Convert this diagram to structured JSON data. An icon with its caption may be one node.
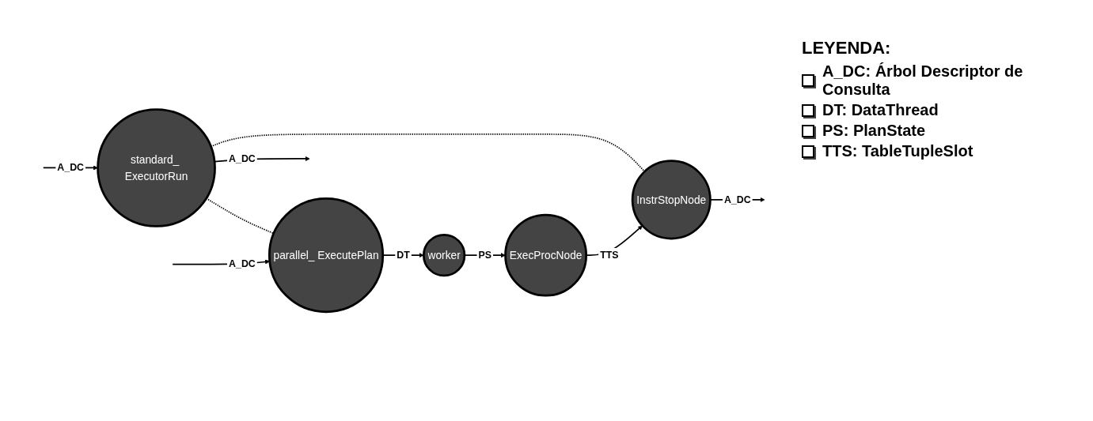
{
  "diagram": {
    "nodes": [
      {
        "text": [
          "standard_ ExecutorRun"
        ]
      },
      {
        "text": [
          "parallel_ ExecutePlan"
        ]
      },
      {
        "text": [
          "worker"
        ]
      },
      {
        "text": [
          "ExecProcNode"
        ]
      },
      {
        "text": [
          "InstrStopNode"
        ]
      }
    ],
    "edges": [
      {
        "from": null,
        "to": 0,
        "arrow": "to",
        "label": "A_DC"
      },
      {
        "from": 0,
        "to": null,
        "arrow": "to",
        "label": "A_DC"
      },
      {
        "from": 0,
        "to": 1,
        "arrow": "none",
        "style": "dashed"
      },
      {
        "from": 0,
        "to": 4,
        "arrow": "none",
        "style": "dashed"
      },
      {
        "from": null,
        "to": 1,
        "arrow": "to",
        "label": "A_DC"
      },
      {
        "from": 1,
        "to": 2,
        "arrow": "to",
        "label": "DT"
      },
      {
        "from": 2,
        "to": 3,
        "arrow": "to",
        "label": "PS"
      },
      {
        "from": 3,
        "to": 4,
        "arrow": "to",
        "label": "TTS"
      },
      {
        "from": 4,
        "to": null,
        "arrow": "to",
        "label": "A_DC"
      }
    ],
    "labels": [
      "LEYENDA:"
    ],
    "legend": [
      {
        "text": "A_DC: Árbol Descriptor de Consulta"
      },
      {
        "text": "DT: DataThread"
      },
      {
        "text": "PS: PlanState"
      },
      {
        "text": "TTS: TableTupleSlot"
      }
    ]
  }
}
